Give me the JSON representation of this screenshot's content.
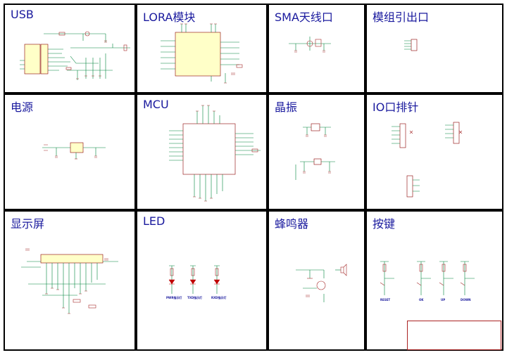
{
  "panels": [
    {
      "id": "usb",
      "title": "USB"
    },
    {
      "id": "lora",
      "title": "LORA模块"
    },
    {
      "id": "sma",
      "title": "SMA天线口"
    },
    {
      "id": "header",
      "title": "模组引出口"
    },
    {
      "id": "power",
      "title": "电源"
    },
    {
      "id": "mcu",
      "title": "MCU"
    },
    {
      "id": "crystal",
      "title": "晶振"
    },
    {
      "id": "io",
      "title": "IO口排针"
    },
    {
      "id": "display",
      "title": "显示屏"
    },
    {
      "id": "led",
      "title": "LED"
    },
    {
      "id": "buzzer",
      "title": "蜂鸣器"
    },
    {
      "id": "keys",
      "title": "按键"
    }
  ],
  "led_labels": [
    "PWR指示灯",
    "TXD指示灯",
    "RXD指示灯"
  ],
  "key_labels": [
    "RESET",
    "OK",
    "UP",
    "DOWN"
  ],
  "colors": {
    "border": "#000000",
    "title": "#1a1a9e",
    "wire": "#00843d",
    "component": "#a52a2a",
    "ic_fill": "#ffffc8",
    "ic_border": "#8b0000",
    "title_block": "#aa2222"
  }
}
